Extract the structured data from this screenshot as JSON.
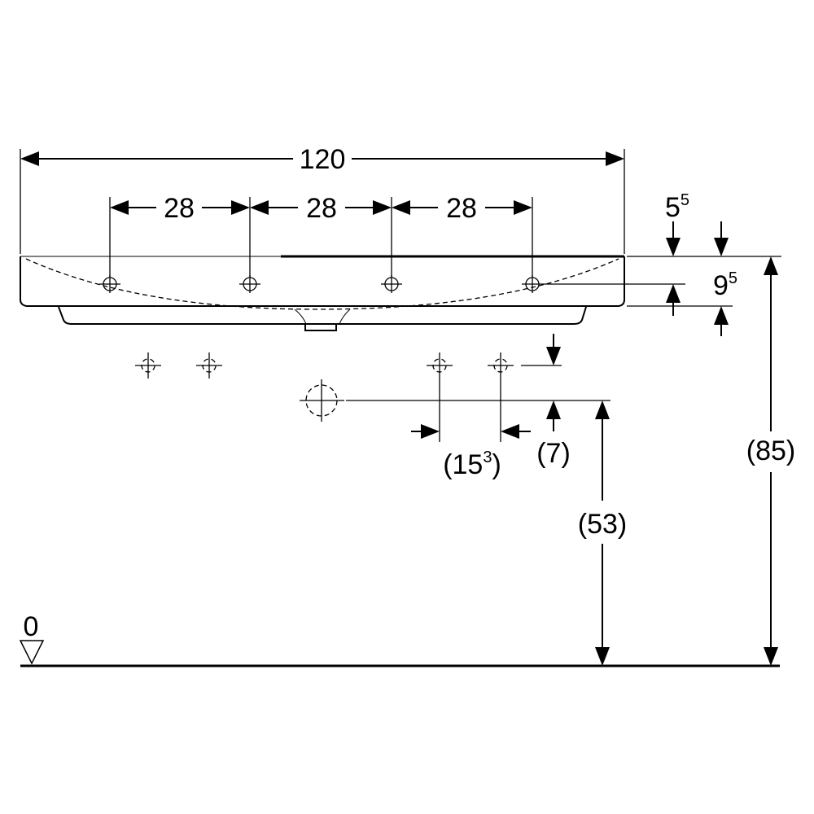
{
  "dimensions": {
    "total_width": "120",
    "spacing_1": "28",
    "spacing_2": "28",
    "spacing_3": "28",
    "rim_offset": {
      "base": "5",
      "sup": "5"
    },
    "rim_height": {
      "base": "9",
      "sup": "5"
    },
    "trap_offset": {
      "base": "(15",
      "sup": "3",
      "close": ")"
    },
    "trap_height_offset": "(7)",
    "drain_height": "(53)",
    "rim_total_height": "(85)",
    "floor_level": "0"
  }
}
